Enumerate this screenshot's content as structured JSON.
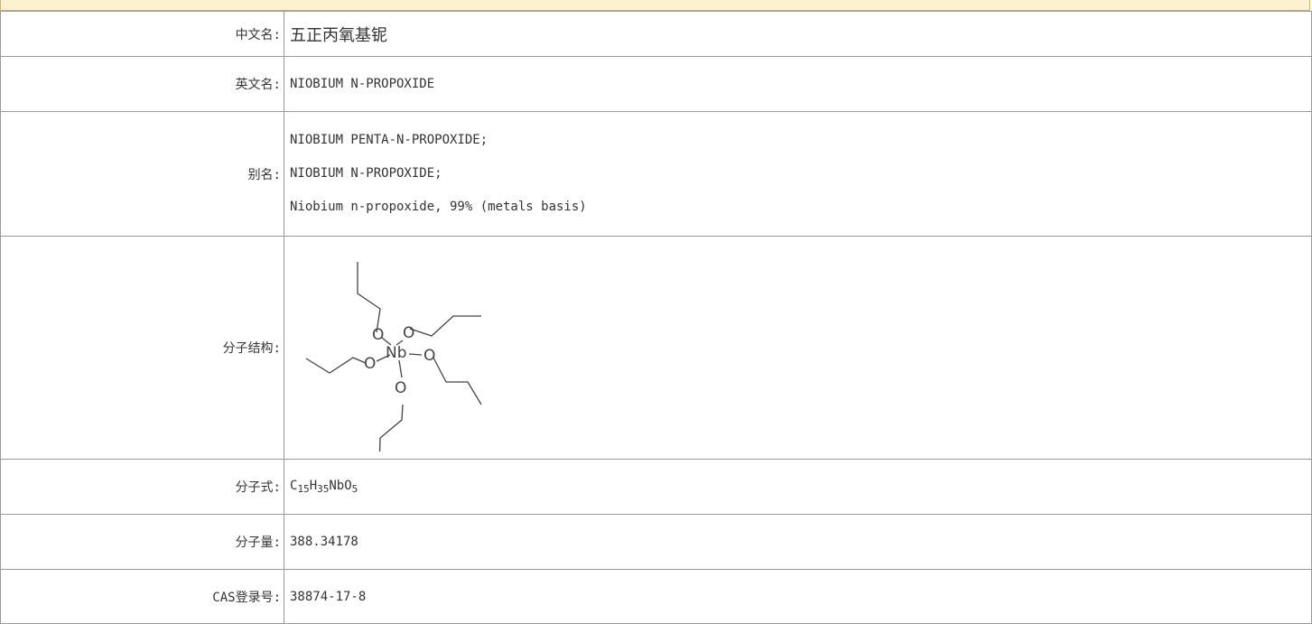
{
  "rows": {
    "chinese_name": {
      "label": "中文名:",
      "value": "五正丙氧基铌"
    },
    "english_name": {
      "label": "英文名:",
      "value": "NIOBIUM N-PROPOXIDE"
    },
    "synonyms": {
      "label": "别名:",
      "values": [
        "NIOBIUM PENTA-N-PROPOXIDE;",
        "NIOBIUM N-PROPOXIDE;",
        "Niobium n-propoxide, 99% (metals basis)"
      ]
    },
    "structure": {
      "label": "分子结构:",
      "atoms": {
        "o1": "O",
        "o2": "O",
        "o3": "O",
        "o4": "O",
        "o5": "O",
        "nb": "Nb"
      }
    },
    "formula": {
      "label": "分子式:",
      "parts": {
        "c": "C",
        "c_n": "15",
        "h": "H",
        "h_n": "35",
        "nb": "NbO",
        "o_n": "5"
      }
    },
    "mol_weight": {
      "label": "分子量:",
      "value": "388.34178"
    },
    "cas": {
      "label": "CAS登录号:",
      "value": "38874-17-8"
    }
  }
}
